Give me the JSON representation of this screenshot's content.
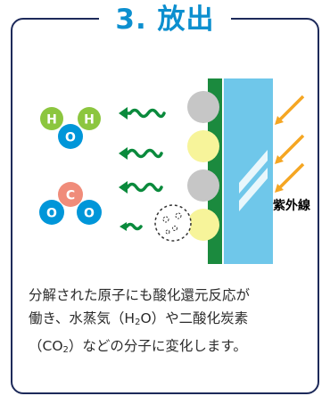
{
  "title": "3. 放出",
  "colors": {
    "accent": "#0c8fcf",
    "border": "#1d2a5a",
    "hydrogen": "#8cc63f",
    "oxygen": "#0096d9",
    "carbon": "#f08c7a",
    "arrow_green": "#0a8a3c",
    "uv_arrow": "#f5a623",
    "glass": "#6fc7ea",
    "film": "#1b8a3e",
    "particle_gray": "#c6c6c6",
    "particle_yellow": "#f7f49a"
  },
  "molecules": {
    "water": {
      "h1": "H",
      "h2": "H",
      "o": "O"
    },
    "co2": {
      "c": "C",
      "o1": "O",
      "o2": "O"
    }
  },
  "uv_label": "紫外線",
  "description": {
    "line1": "分解された原子にも酸化還元反応が",
    "line2": "働き、水蒸気（H",
    "line2_sub": "2",
    "line2_rest": "O）や二酸化炭素",
    "line3": "（CO",
    "line3_sub": "2",
    "line3_rest": "）などの分子に変化します。"
  }
}
